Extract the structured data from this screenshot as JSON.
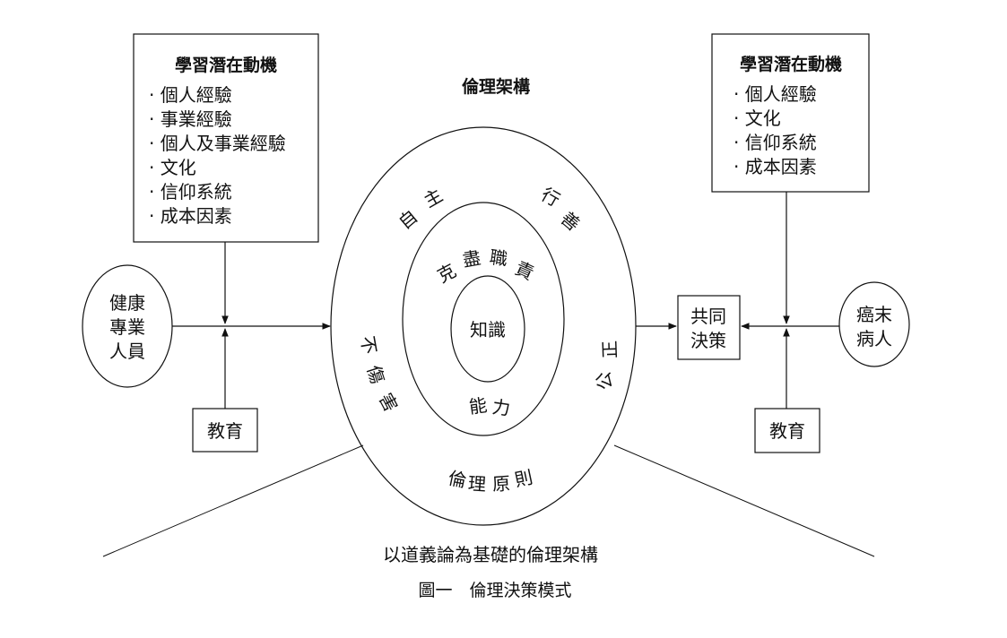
{
  "framework_title": "倫理架構",
  "left_motivation": {
    "title": "學習潛在動機",
    "items": [
      "個人經驗",
      "事業經驗",
      "個人及事業經驗",
      "文化",
      "信仰系統",
      "成本因素"
    ]
  },
  "right_motivation": {
    "title": "學習潛在動機",
    "items": [
      "個人經驗",
      "文化",
      "信仰系統",
      "成本因素"
    ]
  },
  "bullet": "‧",
  "health_staff": {
    "lines": [
      "健康",
      "專業",
      "人員"
    ]
  },
  "patient": {
    "lines": [
      "癌末",
      "病人"
    ]
  },
  "education_left": "教育",
  "education_right": "教育",
  "shared_decision": {
    "lines": [
      "共同",
      "決策"
    ]
  },
  "outer_ring": {
    "autonomy": [
      "自",
      "主"
    ],
    "beneficence": [
      "行",
      "善"
    ],
    "non_maleficence": [
      "不",
      "傷",
      "害"
    ],
    "justice": [
      "公",
      "正"
    ],
    "principles": [
      "倫",
      "理",
      "原",
      "則"
    ]
  },
  "middle_ring": {
    "duty": [
      "克",
      "盡",
      "職",
      "責"
    ],
    "ability": [
      "能",
      "力"
    ]
  },
  "core": "知識",
  "base_caption": "以道義論為基礎的倫理架構",
  "figure_caption": "圖一　倫理決策模式"
}
